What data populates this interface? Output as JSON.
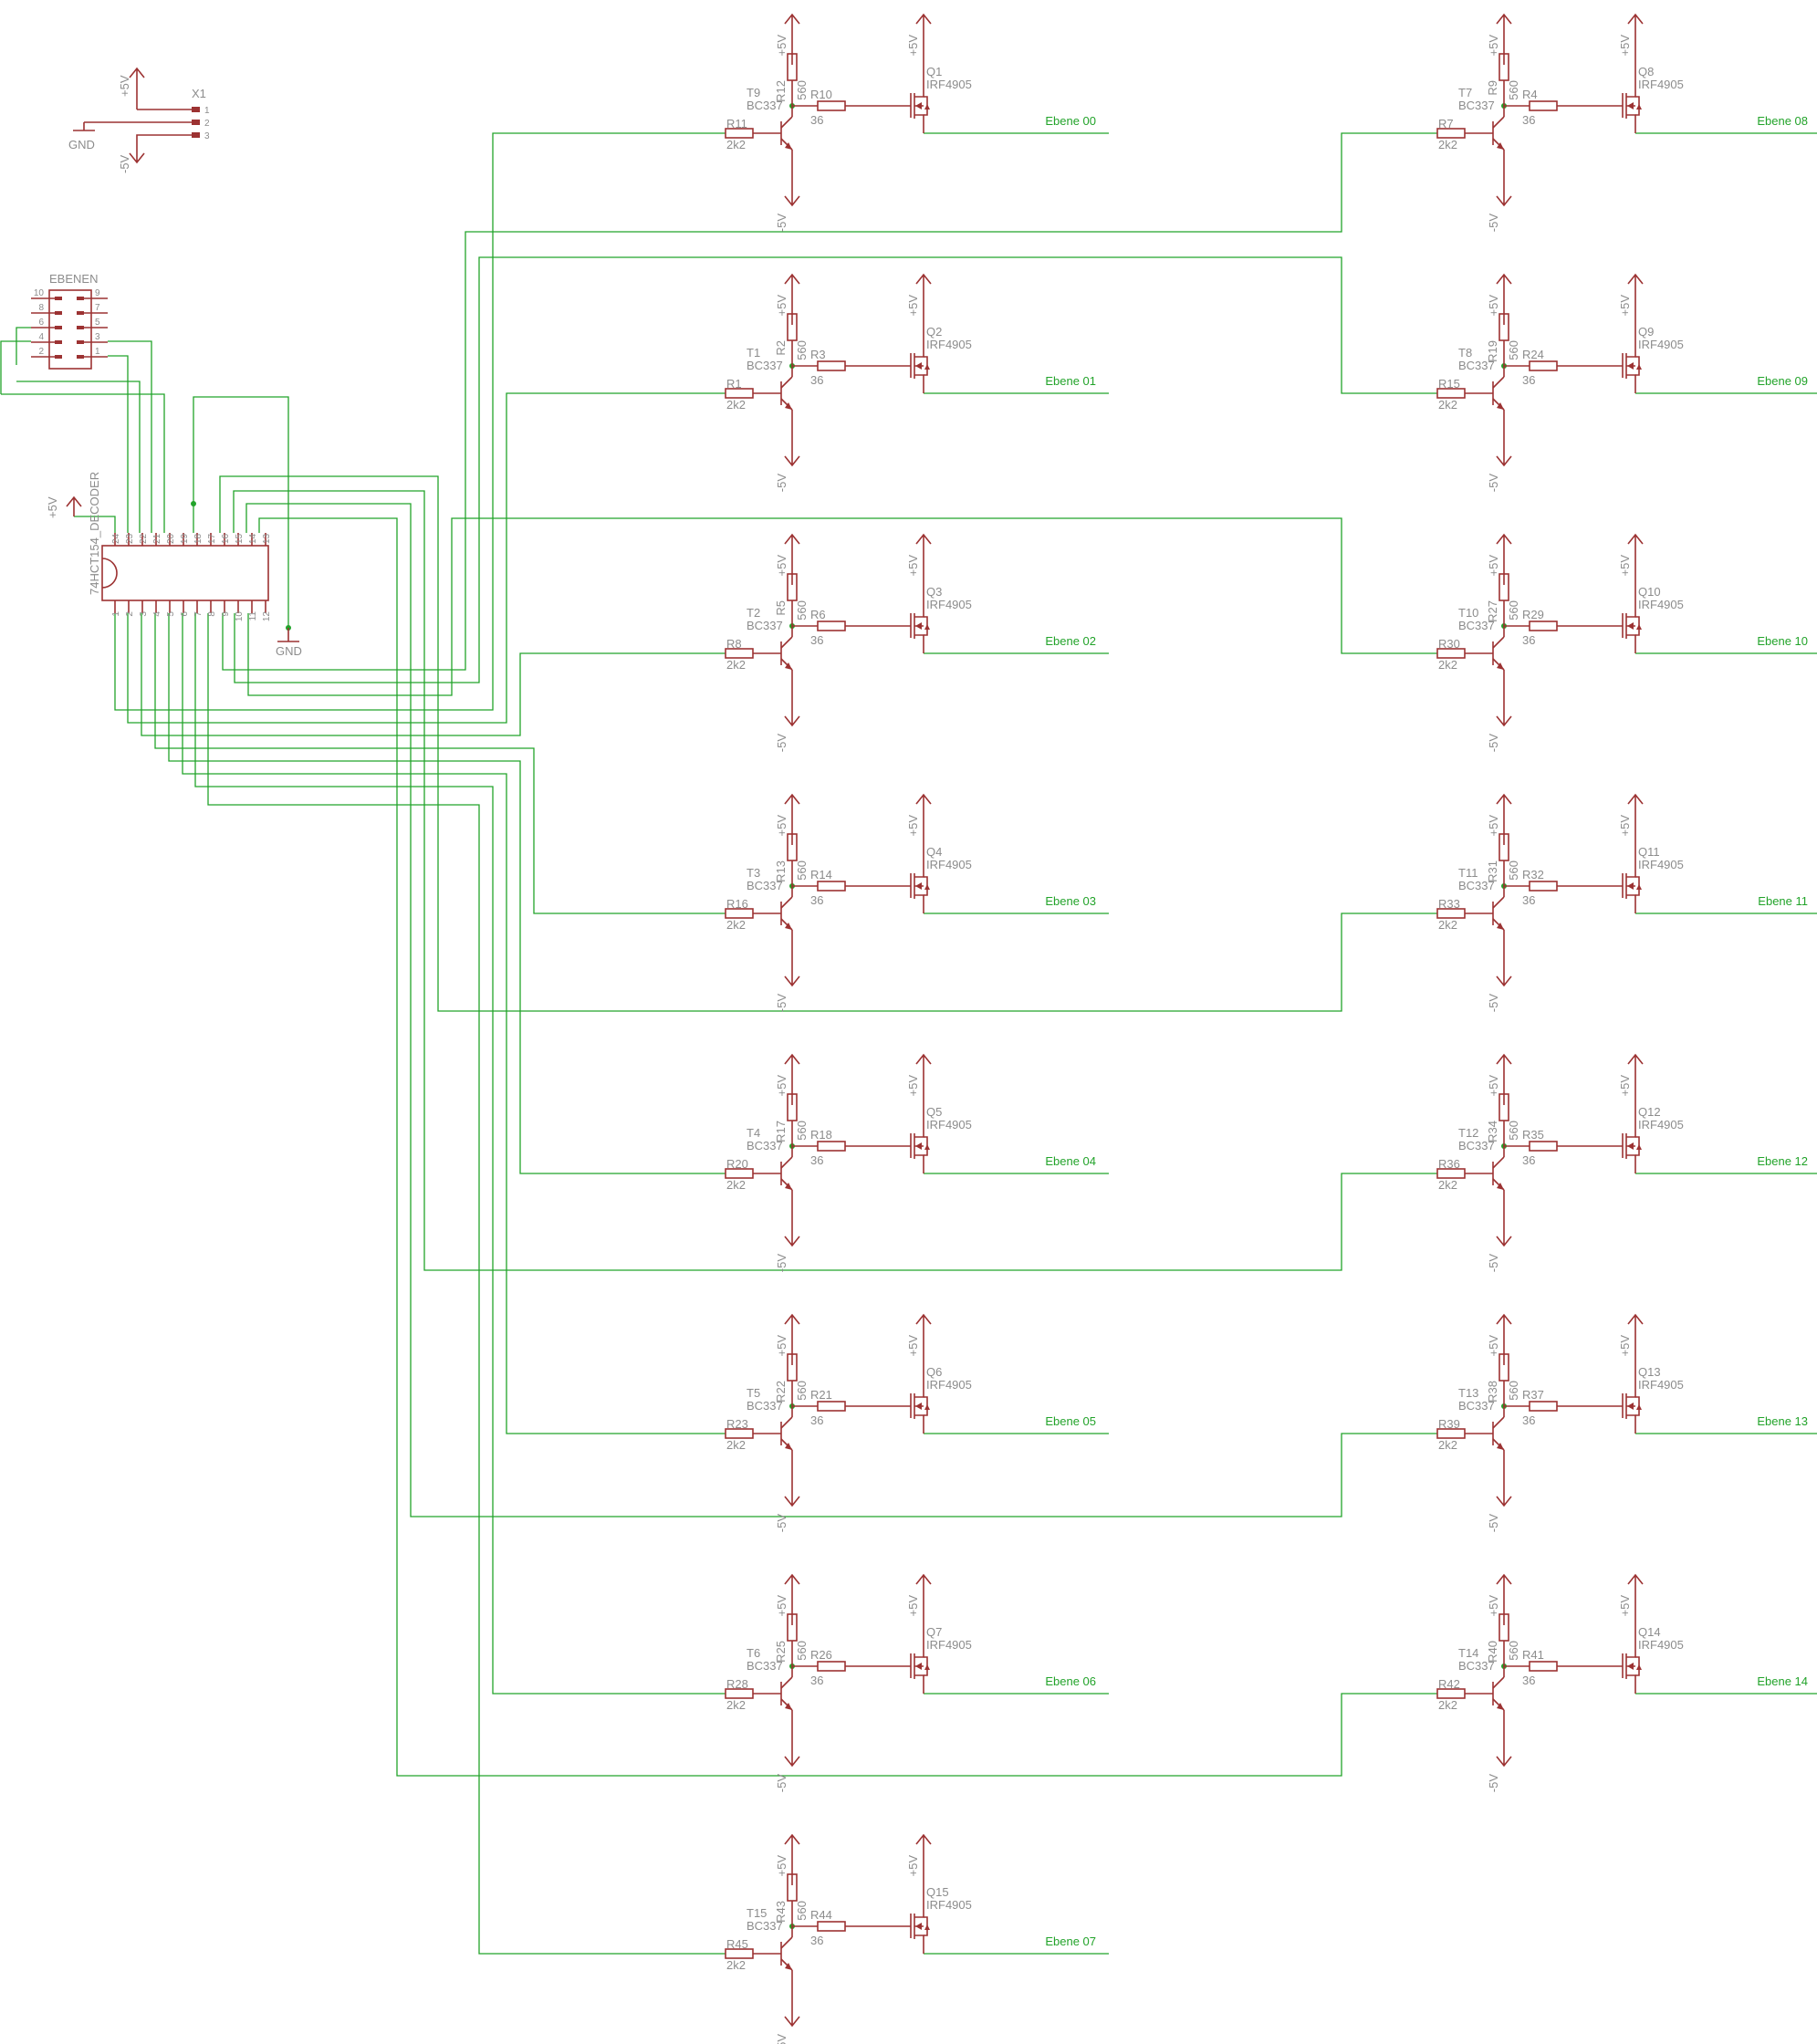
{
  "labels": {
    "vcc": "+5V",
    "vee": "-5V",
    "gnd": "GND",
    "ic_name": "74HCT154_DECODER",
    "header_name": "EBENEN",
    "conn_name": "X1",
    "conn_pins": [
      "1",
      "2",
      "3"
    ],
    "header_left_pins": [
      "10",
      "8",
      "6",
      "4",
      "2"
    ],
    "header_right_pins": [
      "9",
      "7",
      "5",
      "3",
      "1"
    ],
    "ic_top_pins": [
      "24",
      "23",
      "22",
      "21",
      "20",
      "19",
      "18",
      "17",
      "16",
      "15",
      "14",
      "13"
    ],
    "ic_bottom_pins": [
      "1",
      "2",
      "3",
      "4",
      "5",
      "6",
      "7",
      "8",
      "9",
      "10",
      "11",
      "12"
    ]
  },
  "channels": [
    {
      "net": "Ebene 00",
      "t": "T9",
      "t_type": "BC337",
      "rb": "R11",
      "rb_val": "2k2",
      "rc": "R12",
      "rc_val": "560",
      "rg": "R10",
      "rg_val": "36",
      "q": "Q1",
      "q_type": "IRF4905"
    },
    {
      "net": "Ebene 01",
      "t": "T1",
      "t_type": "BC337",
      "rb": "R1",
      "rb_val": "2k2",
      "rc": "R2",
      "rc_val": "560",
      "rg": "R3",
      "rg_val": "36",
      "q": "Q2",
      "q_type": "IRF4905"
    },
    {
      "net": "Ebene 02",
      "t": "T2",
      "t_type": "BC337",
      "rb": "R8",
      "rb_val": "2k2",
      "rc": "R5",
      "rc_val": "560",
      "rg": "R6",
      "rg_val": "36",
      "q": "Q3",
      "q_type": "IRF4905"
    },
    {
      "net": "Ebene 03",
      "t": "T3",
      "t_type": "BC337",
      "rb": "R16",
      "rb_val": "2k2",
      "rc": "R13",
      "rc_val": "560",
      "rg": "R14",
      "rg_val": "36",
      "q": "Q4",
      "q_type": "IRF4905"
    },
    {
      "net": "Ebene 04",
      "t": "T4",
      "t_type": "BC337",
      "rb": "R20",
      "rb_val": "2k2",
      "rc": "R17",
      "rc_val": "560",
      "rg": "R18",
      "rg_val": "36",
      "q": "Q5",
      "q_type": "IRF4905"
    },
    {
      "net": "Ebene 05",
      "t": "T5",
      "t_type": "BC337",
      "rb": "R23",
      "rb_val": "2k2",
      "rc": "R22",
      "rc_val": "560",
      "rg": "R21",
      "rg_val": "36",
      "q": "Q6",
      "q_type": "IRF4905"
    },
    {
      "net": "Ebene 06",
      "t": "T6",
      "t_type": "BC337",
      "rb": "R28",
      "rb_val": "2k2",
      "rc": "R25",
      "rc_val": "560",
      "rg": "R26",
      "rg_val": "36",
      "q": "Q7",
      "q_type": "IRF4905"
    },
    {
      "net": "Ebene 07",
      "t": "T15",
      "t_type": "BC337",
      "rb": "R45",
      "rb_val": "2k2",
      "rc": "R43",
      "rc_val": "560",
      "rg": "R44",
      "rg_val": "36",
      "q": "Q15",
      "q_type": "IRF4905"
    },
    {
      "net": "Ebene 08",
      "t": "T7",
      "t_type": "BC337",
      "rb": "R7",
      "rb_val": "2k2",
      "rc": "R9",
      "rc_val": "560",
      "rg": "R4",
      "rg_val": "36",
      "q": "Q8",
      "q_type": "IRF4905"
    },
    {
      "net": "Ebene 09",
      "t": "T8",
      "t_type": "BC337",
      "rb": "R15",
      "rb_val": "2k2",
      "rc": "R19",
      "rc_val": "560",
      "rg": "R24",
      "rg_val": "36",
      "q": "Q9",
      "q_type": "IRF4905"
    },
    {
      "net": "Ebene 10",
      "t": "T10",
      "t_type": "BC337",
      "rb": "R30",
      "rb_val": "2k2",
      "rc": "R27",
      "rc_val": "560",
      "rg": "R29",
      "rg_val": "36",
      "q": "Q10",
      "q_type": "IRF4905"
    },
    {
      "net": "Ebene 11",
      "t": "T11",
      "t_type": "BC337",
      "rb": "R33",
      "rb_val": "2k2",
      "rc": "R31",
      "rc_val": "560",
      "rg": "R32",
      "rg_val": "36",
      "q": "Q11",
      "q_type": "IRF4905"
    },
    {
      "net": "Ebene 12",
      "t": "T12",
      "t_type": "BC337",
      "rb": "R36",
      "rb_val": "2k2",
      "rc": "R34",
      "rc_val": "560",
      "rg": "R35",
      "rg_val": "36",
      "q": "Q12",
      "q_type": "IRF4905"
    },
    {
      "net": "Ebene 13",
      "t": "T13",
      "t_type": "BC337",
      "rb": "R39",
      "rb_val": "2k2",
      "rc": "R38",
      "rc_val": "560",
      "rg": "R37",
      "rg_val": "36",
      "q": "Q13",
      "q_type": "IRF4905"
    },
    {
      "net": "Ebene 14",
      "t": "T14",
      "t_type": "BC337",
      "rb": "R42",
      "rb_val": "2k2",
      "rc": "R40",
      "rc_val": "560",
      "rg": "R41",
      "rg_val": "36",
      "q": "Q14",
      "q_type": "IRF4905"
    }
  ],
  "colors": {
    "wire": "#22a32a",
    "symbol": "#9c3232",
    "label": "#8c8c8c",
    "net_label": "#22a32a",
    "background": "#ffffff"
  }
}
